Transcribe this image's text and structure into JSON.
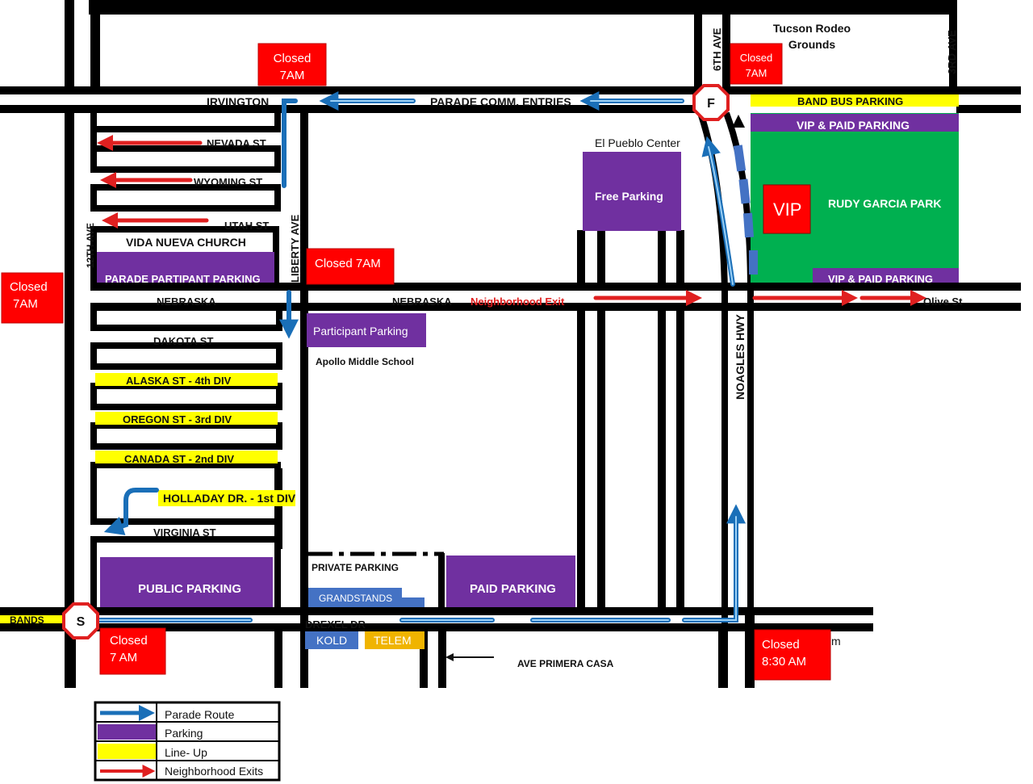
{
  "colors": {
    "road": "#000000",
    "parking": "#7030a0",
    "closed": "#ff0000",
    "lineup": "#ffff00",
    "park": "#00b050",
    "route": "#2e9be0",
    "exit": "#e02020",
    "media_blue": "#4472c4",
    "media_gold": "#f0b400"
  },
  "closures": {
    "irvington": [
      "Closed",
      "7AM"
    ],
    "rodeo": [
      "Closed",
      "7AM"
    ],
    "left": [
      "Closed",
      "7AM"
    ],
    "liberty": "Closed 7AM",
    "start": [
      "Closed",
      "7 AM"
    ],
    "noagles_south": [
      "Closed",
      "8:30 AM"
    ]
  },
  "labels": {
    "rodeo": [
      "Tucson Rodeo",
      "Grounds"
    ],
    "sixth_ave": "6TH AVE",
    "third_ave": "3RD AVE",
    "irvington": "IRVINGTON",
    "parade_entries": "PARADE COMM. ENTRIES",
    "band_bus": "BAND BUS PARKING",
    "vip_paid_top": "VIP & PAID PARKING",
    "vip_paid_bottom": "VIP & PAID PARKING",
    "vip": "VIP",
    "rudy_garcia": "RUDY GARCIA PARK",
    "el_pueblo": "El Pueblo Center",
    "free_parking": "Free Parking",
    "nevada": "NEVADA ST",
    "wyoming": "WYOMING ST",
    "utah": "UTAH ST",
    "vida_nueva": "VIDA NUEVA CHURCH",
    "parade_participant": "PARADE PARTIPANT PARKING",
    "twelfth_ave": "12TH AVE",
    "liberty_ave": "LIBERTY AVE",
    "nebraska_left": "NEBRASKA",
    "nebraska_mid": "NEBRASKA",
    "neighborhood_exit": "Neighborhood Exit",
    "olive_st": "Olive St",
    "participant_parking": "Participant Parking",
    "apollo": "Apollo Middle School",
    "dakota": "DAKOTA ST",
    "alaska": "ALASKA ST  -  4th DIV",
    "oregon": "OREGON ST  -  3rd DIV",
    "canada": "CANADA ST  -  2nd DIV",
    "holladay": "HOLLADAY DR. - 1st DIV",
    "virginia": "VIRGINIA ST",
    "noagles_hwy": "NOAGLES HWY",
    "public_parking": "PUBLIC PARKING",
    "private_parking": "PRIVATE PARKING",
    "grandstands": "GRANDSTANDS",
    "paid_parking": "PAID PARKING",
    "drexel": "DREXEL DR",
    "kold": "KOLD",
    "telem": "TELEM",
    "bands": "BANDS",
    "ave_primera": "AVE PRIMERA CASA",
    "start_marker": "S",
    "finish_marker": "F"
  },
  "legend": {
    "items": [
      {
        "label": "Parade Route",
        "swatch": "route"
      },
      {
        "label": "Parking",
        "swatch": "parking"
      },
      {
        "label": "Line- Up",
        "swatch": "lineup"
      },
      {
        "label": "Neighborhood Exits",
        "swatch": "exit"
      }
    ]
  }
}
